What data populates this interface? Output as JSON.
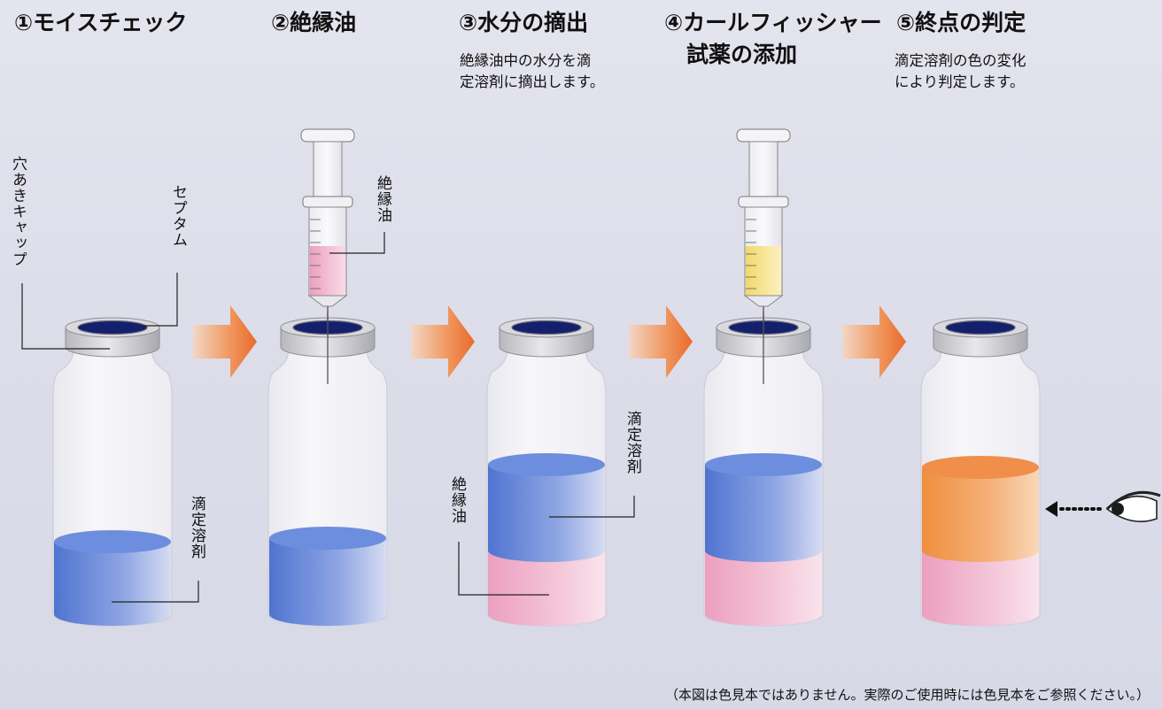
{
  "steps": [
    {
      "title": "①モイスチェック",
      "desc": ""
    },
    {
      "title": "②絶縁油",
      "desc": ""
    },
    {
      "title": "③水分の摘出",
      "desc": "絶縁油中の水分を滴\n定溶剤に摘出します。"
    },
    {
      "title": "④カールフィッシャー\n　試薬の添加",
      "desc": ""
    },
    {
      "title": "⑤終点の判定",
      "desc": "滴定溶剤の色の変化\nにより判定します。"
    }
  ],
  "labels": {
    "cap": "穴あきキャップ",
    "septum": "セプタム",
    "solvent_1": "滴定溶剤",
    "oil_syringe": "絶縁油",
    "solvent_3": "滴定溶剤",
    "oil_3": "絶縁油"
  },
  "footnote": "（本図は色見本ではありません。実際のご使用時には色見本をご参照ください。）",
  "colors": {
    "solvent_blue": "#5b7fd6",
    "oil_pink": "#f0b4cc",
    "endpoint_orange": "#f3a05c",
    "reagent_yellow": "#f4e08a",
    "arrow_orange": "#ef7d3c",
    "septum_navy": "#14206e"
  },
  "icons": [
    "arrow-right-icon",
    "eye-icon",
    "syringe-icon",
    "vial-icon"
  ]
}
